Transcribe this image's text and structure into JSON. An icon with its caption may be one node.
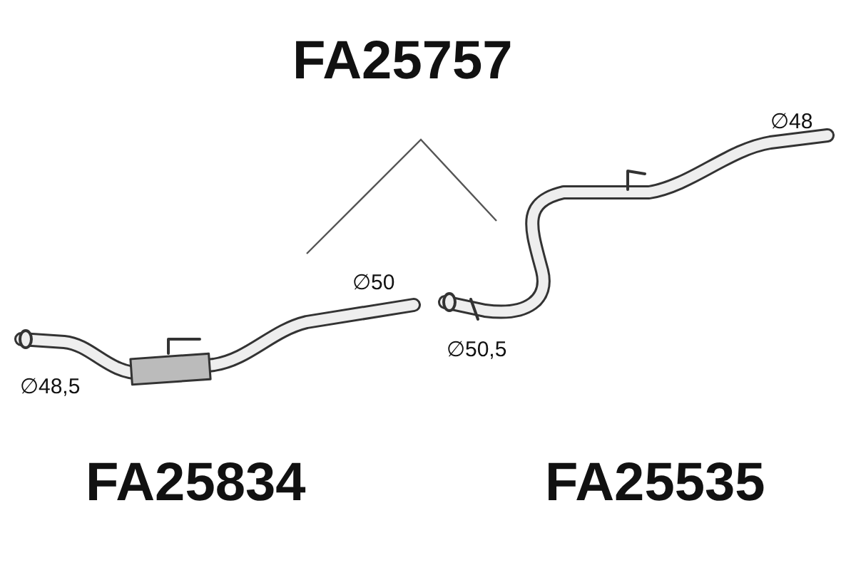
{
  "diagram": {
    "labels": [
      "FA25757",
      "∅48",
      "∅50",
      "∅50,5",
      "∅48,5",
      "FA25834",
      "FA25535"
    ]
  }
}
